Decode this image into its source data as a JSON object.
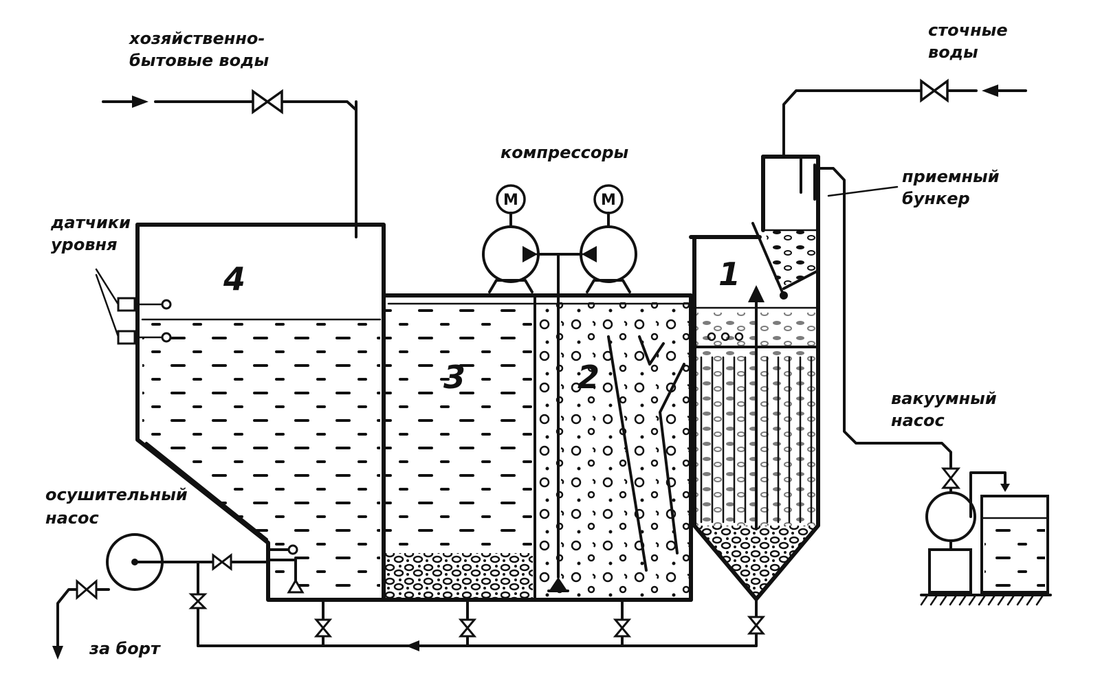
{
  "labels": {
    "domestic_water": [
      "хозяйственно-",
      "бытовые воды"
    ],
    "wastewater": [
      "сточные",
      "воды"
    ],
    "compressors": "компрессоры",
    "level_sensors": [
      "датчики",
      "уровня"
    ],
    "receiving_bunker": [
      "приемный",
      "бункер"
    ],
    "vacuum_pump": [
      "вакуумный",
      "насос"
    ],
    "drain_pump": [
      "осушительный",
      "насос"
    ],
    "overboard": "за борт"
  },
  "chambers": {
    "c1": "1",
    "c2": "2",
    "c3": "3",
    "c4": "4"
  },
  "motor_label": "М"
}
